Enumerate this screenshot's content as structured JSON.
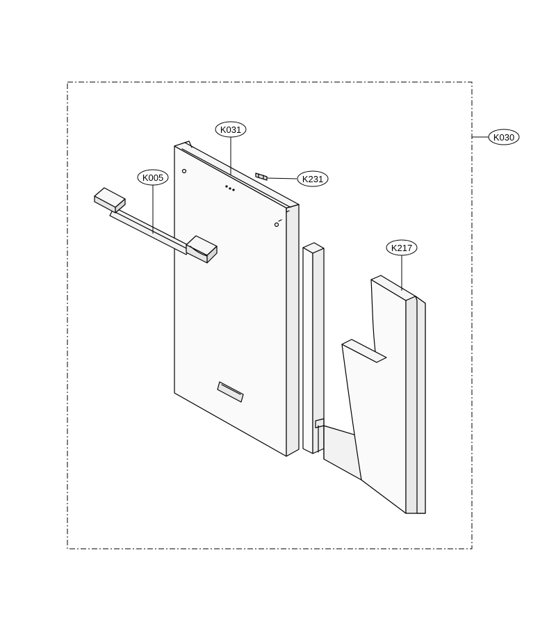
{
  "callouts": {
    "k030": "K030",
    "k031": "K031",
    "k005": "K005",
    "k231": "K231",
    "k217": "K217"
  },
  "colors": {
    "line": "#000000",
    "background": "#ffffff"
  }
}
